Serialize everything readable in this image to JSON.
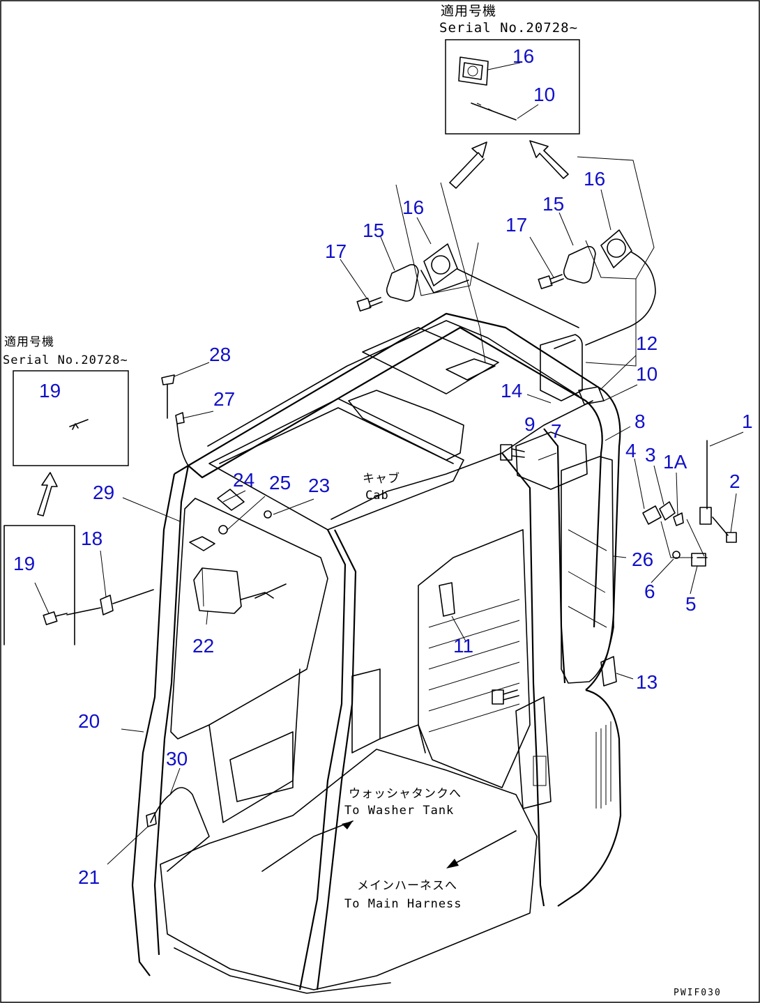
{
  "notes": {
    "top_applies_jp": "適用号機",
    "top_serial": "Serial No.20728~",
    "left_applies_jp": "適用号機",
    "left_serial": "Serial No.20728~"
  },
  "labels": {
    "cab_jp": "キャブ",
    "cab_en": "Cab",
    "washer_jp": "ウォッシャタンクへ",
    "washer_en": "To Washer Tank",
    "harness_jp": "メインハーネスへ",
    "harness_en": "To Main Harness"
  },
  "drawing_code": "PWIF030",
  "callouts": {
    "c1": "1",
    "c1a": "1A",
    "c2": "2",
    "c3": "3",
    "c4": "4",
    "c5": "5",
    "c6": "6",
    "c7": "7",
    "c8": "8",
    "c9": "9",
    "c10a": "10",
    "c10b": "10",
    "c11": "11",
    "c12": "12",
    "c13": "13",
    "c14": "14",
    "c15a": "15",
    "c15b": "15",
    "c16a": "16",
    "c16b": "16",
    "c16c": "16",
    "c17a": "17",
    "c17b": "17",
    "c18": "18",
    "c19a": "19",
    "c19b": "19",
    "c20": "20",
    "c21": "21",
    "c22": "22",
    "c23": "23",
    "c24": "24",
    "c25": "25",
    "c26": "26",
    "c27": "27",
    "c28": "28",
    "c29": "29",
    "c30": "30"
  },
  "colors": {
    "callout": "#1010c8",
    "line": "#000000",
    "background": "#ffffff"
  }
}
